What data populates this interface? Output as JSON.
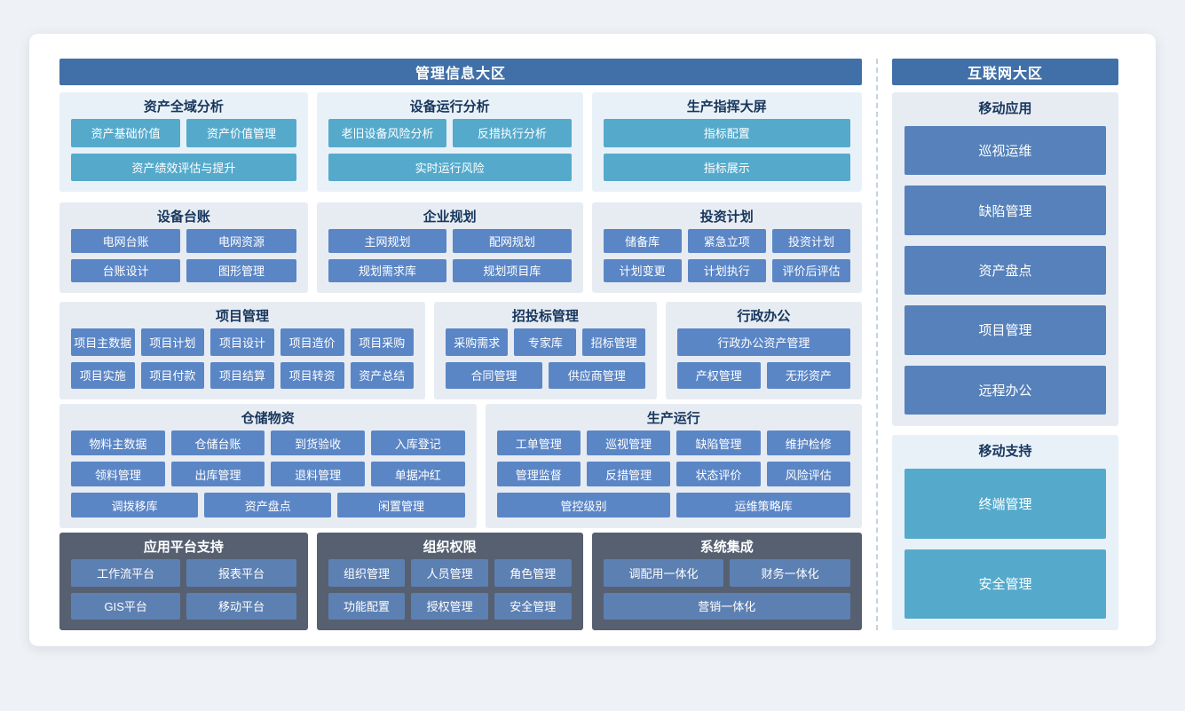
{
  "palette": {
    "zone_header_bg": "#4170a8",
    "teal_button": "#55aacc",
    "blue_button": "#5b86c6",
    "sidebar_button": "#5681ba",
    "dark_panel_bg": "#566070",
    "dark_panel_button": "#5d80b2",
    "panel_bg": "#e7ecf3",
    "panel_bg_teal": "#e9f1f8",
    "title_color": "#17365c",
    "page_bg": "#eef1f5",
    "divider_color": "#c7d2dd"
  },
  "main_zone": {
    "title": "管理信息大区",
    "rows": [
      {
        "sections": [
          {
            "id": "asset-global-analysis",
            "title": "资产全域分析",
            "style": "teal",
            "button_rows": [
              [
                "资产基础价值",
                "资产价值管理"
              ],
              [
                "资产绩效评估与提升"
              ]
            ]
          },
          {
            "id": "equipment-operation-analysis",
            "title": "设备运行分析",
            "style": "teal",
            "button_rows": [
              [
                "老旧设备风险分析",
                "反措执行分析"
              ],
              [
                "实时运行风险"
              ]
            ]
          },
          {
            "id": "production-command-screen",
            "title": "生产指挥大屏",
            "style": "teal",
            "button_rows": [
              [
                "指标配置"
              ],
              [
                "指标展示"
              ]
            ]
          }
        ]
      },
      {
        "sections": [
          {
            "id": "equipment-ledger",
            "title": "设备台账",
            "style": "blue",
            "button_rows": [
              [
                "电网台账",
                "电网资源"
              ],
              [
                "台账设计",
                "图形管理"
              ]
            ]
          },
          {
            "id": "enterprise-planning",
            "title": "企业规划",
            "style": "blue",
            "button_rows": [
              [
                "主网规划",
                "配网规划"
              ],
              [
                "规划需求库",
                "规划项目库"
              ]
            ]
          },
          {
            "id": "investment-plan",
            "title": "投资计划",
            "style": "blue",
            "button_rows": [
              [
                "储备库",
                "紧急立项",
                "投资计划"
              ],
              [
                "计划变更",
                "计划执行",
                "评价后评估"
              ]
            ]
          }
        ]
      },
      {
        "sections": [
          {
            "id": "project-management",
            "title": "项目管理",
            "style": "blue",
            "button_rows": [
              [
                "项目主数据",
                "项目计划",
                "项目设计",
                "项目造价",
                "项目采购"
              ],
              [
                "项目实施",
                "项目付款",
                "项目结算",
                "项目转资",
                "资产总结"
              ]
            ]
          },
          {
            "id": "bidding-management",
            "title": "招投标管理",
            "style": "blue",
            "button_rows": [
              [
                "采购需求",
                "专家库",
                "招标管理"
              ],
              [
                "合同管理",
                "供应商管理"
              ]
            ]
          },
          {
            "id": "administrative-office",
            "title": "行政办公",
            "style": "blue",
            "button_rows": [
              [
                "行政办公资产管理"
              ],
              [
                "产权管理",
                "无形资产"
              ]
            ]
          }
        ]
      },
      {
        "sections": [
          {
            "id": "warehouse-materials",
            "title": "仓储物资",
            "style": "blue",
            "button_rows": [
              [
                "物料主数据",
                "仓储台账",
                "到货验收",
                "入库登记"
              ],
              [
                "领料管理",
                "出库管理",
                "退料管理",
                "单据冲红"
              ],
              [
                "调拨移库",
                "资产盘点",
                "闲置管理"
              ]
            ]
          },
          {
            "id": "production-operation",
            "title": "生产运行",
            "style": "blue",
            "button_rows": [
              [
                "工单管理",
                "巡视管理",
                "缺陷管理",
                "维护检修"
              ],
              [
                "管理监督",
                "反措管理",
                "状态评价",
                "风险评估"
              ],
              [
                "管控级别",
                "运维策略库"
              ]
            ]
          }
        ]
      },
      {
        "sections": [
          {
            "id": "app-platform-support",
            "title": "应用平台支持",
            "style": "dark",
            "button_rows": [
              [
                "工作流平台",
                "报表平台"
              ],
              [
                "GIS平台",
                "移动平台"
              ]
            ]
          },
          {
            "id": "organization-permission",
            "title": "组织权限",
            "style": "dark",
            "button_rows": [
              [
                "组织管理",
                "人员管理",
                "角色管理"
              ],
              [
                "功能配置",
                "授权管理",
                "安全管理"
              ]
            ]
          },
          {
            "id": "system-integration",
            "title": "系统集成",
            "style": "dark",
            "button_rows": [
              [
                "调配用一体化",
                "财务一体化"
              ],
              [
                "营销一体化"
              ]
            ]
          }
        ]
      }
    ]
  },
  "internet_zone": {
    "title": "互联网大区",
    "sections": [
      {
        "id": "mobile-app",
        "title": "移动应用",
        "style": "blue",
        "buttons": [
          "巡视运维",
          "缺陷管理",
          "资产盘点",
          "项目管理",
          "远程办公"
        ]
      },
      {
        "id": "mobile-support",
        "title": "移动支持",
        "style": "teal",
        "buttons": [
          "终端管理",
          "安全管理"
        ]
      }
    ]
  }
}
